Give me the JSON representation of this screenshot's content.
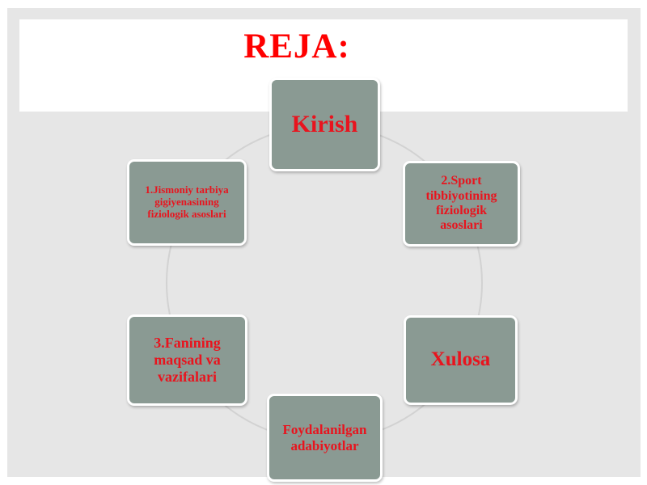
{
  "title": "REJA:",
  "nodes": [
    {
      "label": "Kirish"
    },
    {
      "label": "2.Sport tibbiyotining fiziologik asoslari"
    },
    {
      "label": "Xulosa"
    },
    {
      "label": "Foydalanilgan adabiyotlar"
    },
    {
      "label": "3.Fanining maqsad va vazifalari"
    },
    {
      "label": "1.Jismoniy tarbiya gigiyenasining fiziologik asoslari"
    }
  ],
  "colors": {
    "node_fill": "#8a9a93",
    "text": "#e8141e",
    "title": "#ff0000",
    "background": "#e6e6e6"
  }
}
